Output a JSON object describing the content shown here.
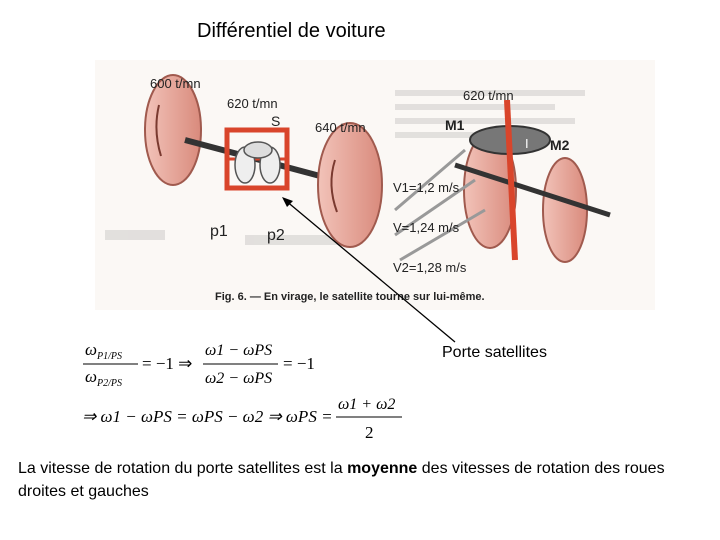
{
  "title": "Différentiel de voiture",
  "figure": {
    "speed_left": "600 t/mn",
    "speed_cage": "620 t/mn",
    "speed_right": "640 t/mn",
    "speed_top_right": "620 t/mn",
    "label_S": "S",
    "label_p1": "p1",
    "label_p2": "p2",
    "label_M1": "M1",
    "label_M2": "M2",
    "label_I": "I",
    "v1": "V1=1,2 m/s",
    "v": "V=1,24 m/s",
    "v2": "V2=1,28 m/s",
    "fig_caption": "Fig. 6. — En virage, le satellite tourne sur lui-même."
  },
  "callout_label": "Porte satellites",
  "formula": {
    "f1_left_num": "ω",
    "f1_left_num_sub": "P1/PS",
    "f1_left_den": "ω",
    "f1_left_den_sub": "P2/PS",
    "f1_eq1": "= −1 ⇒",
    "f1_mid_num": "ω1 − ωPS",
    "f1_mid_den": "ω2 − ωPS",
    "f1_eq2": "= −1",
    "f2_line": "⇒ ω1 − ωPS = ωPS − ω2 ⇒ ωPS =",
    "f2_num": "ω1 + ω2",
    "f2_den": "2"
  },
  "caption": {
    "part1": "La vitesse de rotation du porte satellites est la ",
    "bold": "moyenne",
    "part2": " des vitesses de rotation des roues droites et gauches"
  },
  "colors": {
    "accent_red": "#d9452b",
    "wheel": "#e8a79c",
    "wheel_dark": "#b5695c",
    "ink": "#222222"
  }
}
